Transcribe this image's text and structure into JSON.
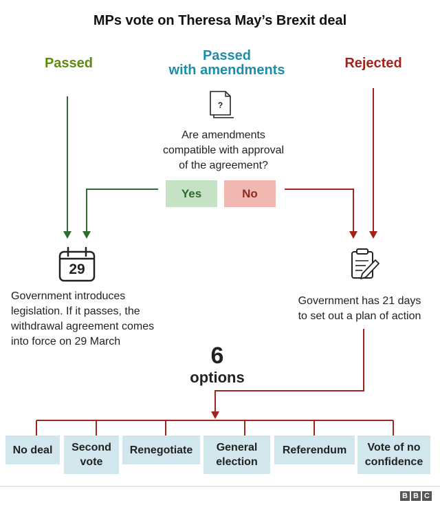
{
  "title": "MPs vote on Theresa May’s Brexit deal",
  "branches": {
    "passed": "Passed",
    "amended_line1": "Passed",
    "amended_line2": "with amendments",
    "rejected": "Rejected"
  },
  "question": {
    "line1": "Are amendments",
    "line2": "compatible with approval",
    "line3": "of the agreement?",
    "yes": "Yes",
    "no": "No"
  },
  "calendar_day": "29",
  "left_outcome": {
    "line1": "Government introduces",
    "line2": "legislation. If it passes, the",
    "line3": "withdrawal agreement comes",
    "line4": "into force on 29 March"
  },
  "right_outcome": {
    "line1": "Government has 21 days",
    "line2": "to set out a plan of action"
  },
  "options_count": "6",
  "options_word": "options",
  "options": [
    {
      "line1": "No deal",
      "line2": ""
    },
    {
      "line1": "Second",
      "line2": "vote"
    },
    {
      "line1": "Renegotiate",
      "line2": ""
    },
    {
      "line1": "General",
      "line2": "election"
    },
    {
      "line1": "Referendum",
      "line2": ""
    },
    {
      "line1": "Vote of no",
      "line2": "confidence"
    }
  ],
  "logo": [
    "B",
    "B",
    "C"
  ],
  "colors": {
    "green": "#5e8a0e",
    "dark_green": "#2f6b2d",
    "blue": "#1d8dac",
    "red": "#a1231c",
    "option_bg": "#d2e6ee"
  }
}
